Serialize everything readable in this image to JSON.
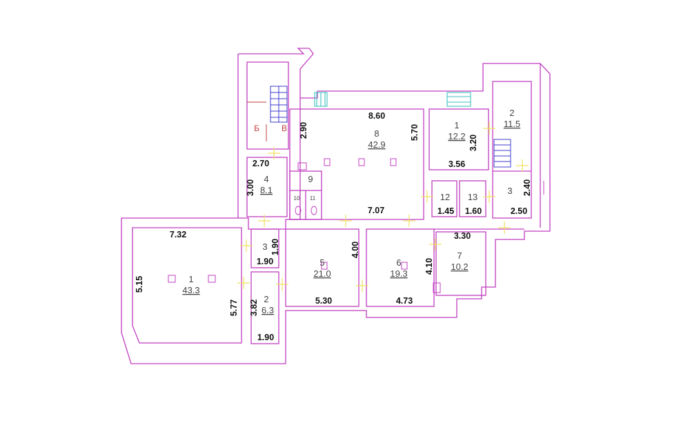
{
  "rooms": [
    {
      "id": "1",
      "area": "43.3"
    },
    {
      "id": "2",
      "area": "6.3"
    },
    {
      "id": "3",
      "area": ""
    },
    {
      "id": "4",
      "area": "8.1"
    },
    {
      "id": "5",
      "area": "21.0"
    },
    {
      "id": "6",
      "area": "19.3"
    },
    {
      "id": "7",
      "area": "10.2"
    },
    {
      "id": "8",
      "area": "42.9"
    },
    {
      "id": "9",
      "area": ""
    },
    {
      "id": "10",
      "area": ""
    },
    {
      "id": "11",
      "area": ""
    },
    {
      "id": "12",
      "area": ""
    },
    {
      "id": "13",
      "area": ""
    },
    {
      "id": "1",
      "area": "12.2"
    },
    {
      "id": "2",
      "area": "11.5"
    },
    {
      "id": "3",
      "area": ""
    }
  ],
  "dimensions": [
    "7.32",
    "5.15",
    "5.77",
    "3.82",
    "1.90",
    "3.00",
    "2.70",
    "1.90",
    "1.90",
    "5.30",
    "4.00",
    "4.73",
    "4.10",
    "3.30",
    "7.07",
    "2.90",
    "8.60",
    "5.70",
    "3.20",
    "3.56",
    "1.45",
    "1.60",
    "2.50",
    "2.40"
  ],
  "stair_labels": [
    "Б",
    "В"
  ],
  "colors": {
    "walls": "#c03cc0",
    "windows": "#3cc0c0",
    "doors": "#f0e060",
    "text": "#111111"
  }
}
